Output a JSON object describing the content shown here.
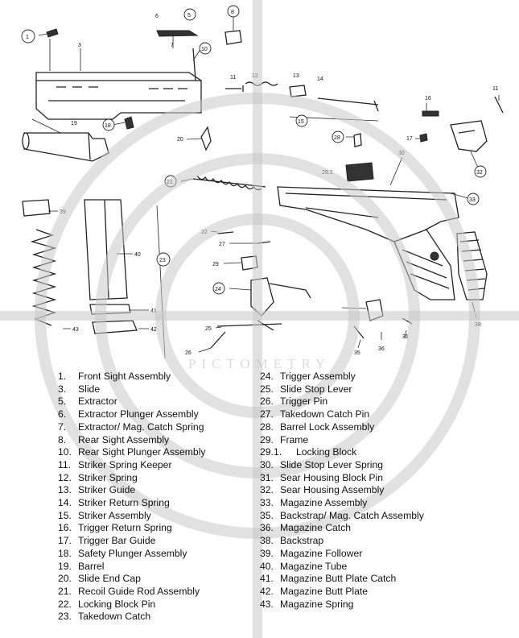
{
  "callouts": [
    "1",
    "3",
    "5",
    "6",
    "7",
    "8",
    "10",
    "11",
    "12",
    "13",
    "14",
    "15",
    "16",
    "17",
    "18",
    "19",
    "20",
    "21",
    "22",
    "23",
    "24",
    "25",
    "26",
    "27",
    "28",
    "29",
    "29.1",
    "30",
    "31",
    "32",
    "33",
    "35",
    "36",
    "38",
    "39",
    "40",
    "41",
    "42",
    "43"
  ],
  "watermark_text": "PICTOMETRY",
  "parts_left": [
    {
      "num": "1.",
      "label": "Front Sight Assembly"
    },
    {
      "num": "3.",
      "label": "Slide"
    },
    {
      "num": "5.",
      "label": "Extractor"
    },
    {
      "num": "6.",
      "label": "Extractor Plunger Assembly"
    },
    {
      "num": "7.",
      "label": "Extractor/ Mag. Catch Spring"
    },
    {
      "num": "8.",
      "label": "Rear Sight Assembly"
    },
    {
      "num": "10.",
      "label": "Rear Sight Plunger Assembly"
    },
    {
      "num": "11.",
      "label": "Striker Spring Keeper"
    },
    {
      "num": "12.",
      "label": "Striker Spring"
    },
    {
      "num": "13.",
      "label": "Striker Guide"
    },
    {
      "num": "14.",
      "label": "Striker Return Spring"
    },
    {
      "num": "15.",
      "label": "Striker Assembly"
    },
    {
      "num": "16.",
      "label": "Trigger Return Spring"
    },
    {
      "num": "17.",
      "label": "Trigger Bar Guide"
    },
    {
      "num": "18.",
      "label": "Safety Plunger Assembly"
    },
    {
      "num": "19.",
      "label": "Barrel"
    },
    {
      "num": "20.",
      "label": "Slide End Cap"
    },
    {
      "num": "21.",
      "label": "Recoil Guide Rod Assembly"
    },
    {
      "num": "22.",
      "label": "Locking Block Pin"
    },
    {
      "num": "23.",
      "label": "Takedown Catch"
    }
  ],
  "parts_right": [
    {
      "num": "24.",
      "label": "Trigger Assembly"
    },
    {
      "num": "25.",
      "label": "Slide Stop Lever"
    },
    {
      "num": "26.",
      "label": "Trigger Pin"
    },
    {
      "num": "27.",
      "label": "Takedown Catch Pin"
    },
    {
      "num": "28.",
      "label": "Barrel Lock Assembly"
    },
    {
      "num": "29.",
      "label": "Frame"
    },
    {
      "num": "29.1.",
      "label": "Locking Block"
    },
    {
      "num": "30.",
      "label": "Slide Stop Lever Spring"
    },
    {
      "num": "31.",
      "label": "Sear Housing Block Pin"
    },
    {
      "num": "32.",
      "label": "Sear Housing Assembly"
    },
    {
      "num": "33.",
      "label": "Magazine Assembly"
    },
    {
      "num": "35.",
      "label": "Backstrap/ Mag. Catch Assembly"
    },
    {
      "num": "36.",
      "label": "Magazine Catch"
    },
    {
      "num": "38.",
      "label": "Backstrap"
    },
    {
      "num": "39.",
      "label": "Magazine Follower"
    },
    {
      "num": "40.",
      "label": "Magazine Tube"
    },
    {
      "num": "41.",
      "label": "Magazine Butt Plate Catch"
    },
    {
      "num": "42.",
      "label": "Magazine Butt Plate"
    },
    {
      "num": "43.",
      "label": "Magazine Spring"
    }
  ]
}
